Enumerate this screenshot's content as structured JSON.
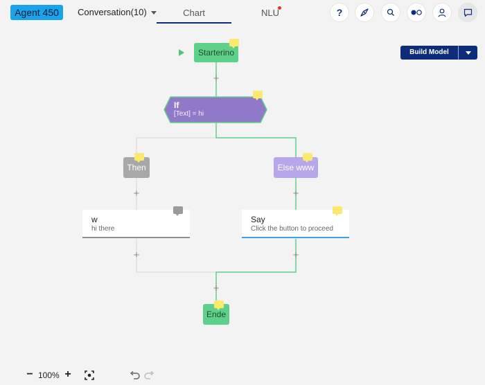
{
  "header": {
    "agent_label": "Agent 450",
    "conversation_label": "Conversation(10)",
    "tabs": [
      {
        "label": "Chart",
        "active": true
      },
      {
        "label": "NLU",
        "active": false,
        "has_notification": true
      }
    ],
    "icons": [
      "help-icon",
      "compass-icon",
      "search-icon",
      "toggle-icon",
      "user-icon",
      "chat-icon"
    ],
    "help_glyph": "?"
  },
  "toolbar": {
    "build_label": "Build Model"
  },
  "flow": {
    "start": {
      "label": "Starterino"
    },
    "if": {
      "title": "If",
      "condition": "[Text] = hi"
    },
    "then": {
      "label": "Then"
    },
    "else": {
      "label": "Else www"
    },
    "then_action": {
      "title": "w",
      "subtitle": "hi there"
    },
    "else_action": {
      "title": "Say",
      "subtitle": "Click the button to proceed"
    },
    "end": {
      "label": "Ende"
    },
    "add_symbol": "+"
  },
  "bottom": {
    "zoom_level": "100%",
    "zoom_out": "−",
    "zoom_in": "+"
  },
  "colors": {
    "accent": "#1aa3e8",
    "brand_dark": "#0d2d7a",
    "start_end_node": "#5fd08a",
    "if_node": "#9079c9",
    "if_border": "#5fd08a",
    "then_node": "#a8a8a8",
    "else_node": "#b7a7ea",
    "active_link": "#5fd08a",
    "inactive_link": "#d4d4d4",
    "note": "#fbe96e",
    "notification_dot": "#e5332a"
  }
}
